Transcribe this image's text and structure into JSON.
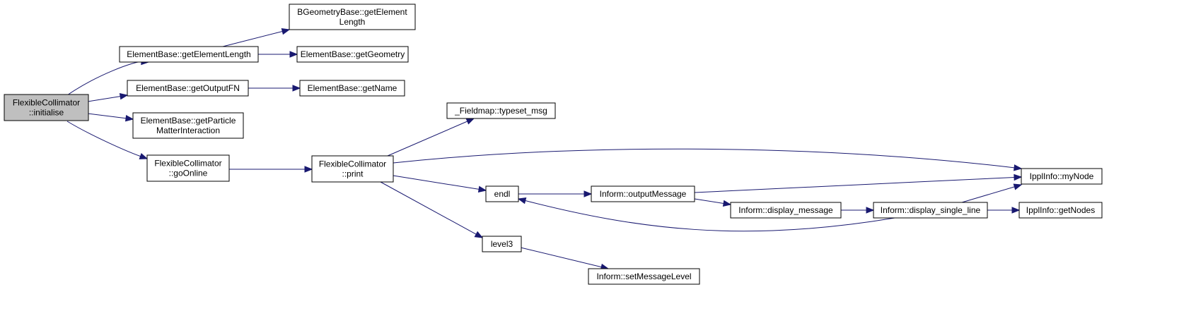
{
  "colors": {
    "edge": "#191970",
    "root_fill": "#bfbfbf",
    "node_fill": "#ffffff",
    "node_stroke": "#000000"
  },
  "nodes": [
    {
      "id": "n0",
      "lines": [
        "FlexibleCollimator",
        "::initialise"
      ],
      "root": true
    },
    {
      "id": "n1",
      "lines": [
        "ElementBase::getElementLength"
      ]
    },
    {
      "id": "n2",
      "lines": [
        "BGeometryBase::getElement",
        "Length"
      ]
    },
    {
      "id": "n3",
      "lines": [
        "ElementBase::getGeometry"
      ]
    },
    {
      "id": "n4",
      "lines": [
        "ElementBase::getOutputFN"
      ]
    },
    {
      "id": "n5",
      "lines": [
        "ElementBase::getName"
      ]
    },
    {
      "id": "n6",
      "lines": [
        "ElementBase::getParticle",
        "MatterInteraction"
      ]
    },
    {
      "id": "n7",
      "lines": [
        "FlexibleCollimator",
        "::goOnline"
      ]
    },
    {
      "id": "n8",
      "lines": [
        "FlexibleCollimator",
        "::print"
      ]
    },
    {
      "id": "n9",
      "lines": [
        "_Fieldmap::typeset_msg"
      ]
    },
    {
      "id": "n10",
      "lines": [
        "IpplInfo::myNode"
      ]
    },
    {
      "id": "n11",
      "lines": [
        "endl"
      ]
    },
    {
      "id": "n12",
      "lines": [
        "Inform::outputMessage"
      ]
    },
    {
      "id": "n13",
      "lines": [
        "Inform::display_message"
      ]
    },
    {
      "id": "n14",
      "lines": [
        "Inform::display_single_line"
      ]
    },
    {
      "id": "n15",
      "lines": [
        "IpplInfo::getNodes"
      ]
    },
    {
      "id": "n16",
      "lines": [
        "level3"
      ]
    },
    {
      "id": "n17",
      "lines": [
        "Inform::setMessageLevel"
      ]
    }
  ],
  "edges": [
    {
      "from": "n0",
      "to": "n1"
    },
    {
      "from": "n0",
      "to": "n4"
    },
    {
      "from": "n0",
      "to": "n6"
    },
    {
      "from": "n0",
      "to": "n7"
    },
    {
      "from": "n1",
      "to": "n2"
    },
    {
      "from": "n1",
      "to": "n3"
    },
    {
      "from": "n4",
      "to": "n5"
    },
    {
      "from": "n7",
      "to": "n8"
    },
    {
      "from": "n8",
      "to": "n9"
    },
    {
      "from": "n8",
      "to": "n10"
    },
    {
      "from": "n8",
      "to": "n11"
    },
    {
      "from": "n8",
      "to": "n16"
    },
    {
      "from": "n11",
      "to": "n12"
    },
    {
      "from": "n12",
      "to": "n10"
    },
    {
      "from": "n12",
      "to": "n13"
    },
    {
      "from": "n13",
      "to": "n14"
    },
    {
      "from": "n14",
      "to": "n11"
    },
    {
      "from": "n14",
      "to": "n10"
    },
    {
      "from": "n14",
      "to": "n15"
    },
    {
      "from": "n16",
      "to": "n17"
    }
  ]
}
